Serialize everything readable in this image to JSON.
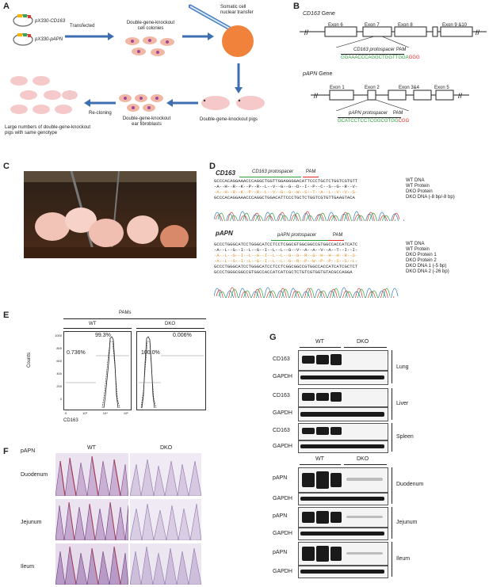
{
  "panels": {
    "a": "A",
    "b": "B",
    "c": "C",
    "d": "D",
    "e": "E",
    "f": "F",
    "g": "G"
  },
  "panelA": {
    "plasmid1": "pX330-CD163",
    "plasmid2": "pX330-pAPN",
    "transfected": "Transfected",
    "colonies": "Double-gene-knockout\ncell colonies",
    "nuclear_transfer": "Somatic cell\nnuclear transfer",
    "dko_pigs": "Double-gene-knockout pigs",
    "ear_fibroblasts": "Double-gene-knockout\near fibroblasts",
    "recloning": "Re-cloning",
    "large_numbers": "Large numbers of double-gene-knockout\npigs with same genotype"
  },
  "panelB": {
    "cd163_title": "CD163",
    "gene": "Gene",
    "cd163_exons": [
      "Exon 6",
      "Exon 7",
      "Exon 8",
      "Exon 9 &10"
    ],
    "cd163_protospacer_label": "CD163 protospacer",
    "pam": "PAM",
    "cd163_seq_green": "GGAAACCCAGGCTGGTTGGA",
    "cd163_seq_red": "GGG",
    "papn_title": "pAPN",
    "papn_exons": [
      "Exon 1",
      "Exon 2",
      "Exon 3&4",
      "Exon 5"
    ],
    "papn_protospacer_label": "pAPN protospacer",
    "papn_seq_green": "GCATCCTCCTCGGCGTGG",
    "papn_seq_red": "CGG"
  },
  "panelD": {
    "cd163_title": "CD163",
    "cd163_protospacer": "CD163 protospacer",
    "pam": "PAM",
    "cd163_rows": [
      {
        "seq": "GCCCACAGGAAACCCAGGCTGGTTGGAGGGGACATTCCCTGCTCTGGTCGTGTT",
        "label": "WT DNA"
      },
      {
        "seq": "-A--H--R--K--P--R--L--V--G--G--D--I--P--C--S--G--R--V-",
        "label": "WT Protein"
      },
      {
        "seq": "-A--H--R--K--P--R--L--V--G--G--W--S--T--A--L--V--V--S-",
        "label": "DKO Protein"
      },
      {
        "seq": "GCCCACAGGAAACCCAGGCTGGACATTCCCTGCTCTGGTCGTGTTGAAGTACA",
        "label": "DKO DNA (-8 bp/-8 bp)"
      }
    ],
    "papn_title": "pAPN",
    "papn_protospacer": "pAPN protospacer",
    "papn_rows": [
      {
        "seq": "GCCCTGGGCATCCTGGGCATCCTCCTCGGCGTGGCGGCCGTGGCCACCATCATC",
        "label": "WT DNA"
      },
      {
        "seq": "-A--L--G--I--L--G--I--L--L--G--V--A--A--V--A--T--I--I-",
        "label": "WT Protein"
      },
      {
        "seq": "-A--L--G--I--L--G--I--L--L--G--G--R--G--H--H--H--R--S-",
        "label": "DKO Protein 1"
      },
      {
        "seq": "-A--L--G--I--L--G--I--L--L--G--R--P--W--P--P--S--S--L-",
        "label": "DKO Protein 2"
      },
      {
        "seq": "GCCCTGGGCATCCTGGGCATCCTCCTCGGCGGCCGTGGCCACCATCATCGCTCT",
        "label": "DKO DNA 1 (-5 bp)"
      },
      {
        "seq": "GCCCTGGGCGGCCGTGGCCACCATCATCGCTCTGTCGTGGTGTACGCCAGGA",
        "label": "DKO DNA 2 (-26 bp)"
      }
    ]
  },
  "panelE": {
    "pams": "PAMs",
    "wt": "WT",
    "dko": "DKO",
    "wt_high": "99.3%",
    "wt_low": "0.736%",
    "dko_high": "0.006%",
    "dko_low": "100.0%",
    "ylabel": "Counts",
    "xlabel": "CD163",
    "yticks": [
      "1000",
      "800",
      "600",
      "400",
      "200",
      "0"
    ],
    "xticks": [
      "0",
      "10³",
      "10⁴",
      "10⁵"
    ]
  },
  "panelF": {
    "papn": "pAPN",
    "wt": "WT",
    "dko": "DKO",
    "rows": [
      "Duodenum",
      "Jejunum",
      "Ileum"
    ]
  },
  "panelG": {
    "wt": "WT",
    "dko": "DKO",
    "cd163": "CD163",
    "gapdh": "GAPDH",
    "papn": "pAPN",
    "top_tissues": [
      "Lung",
      "Liver",
      "Spleen"
    ],
    "bottom_tissues": [
      "Duodenum",
      "Jejunum",
      "Ileum"
    ]
  },
  "colors": {
    "green": "#2e9e3e",
    "red": "#e2282a",
    "orange": "#e08a1e",
    "arrow": "#3d6fb0",
    "ball": "#f0823c",
    "pig": "#f5c9c9"
  }
}
